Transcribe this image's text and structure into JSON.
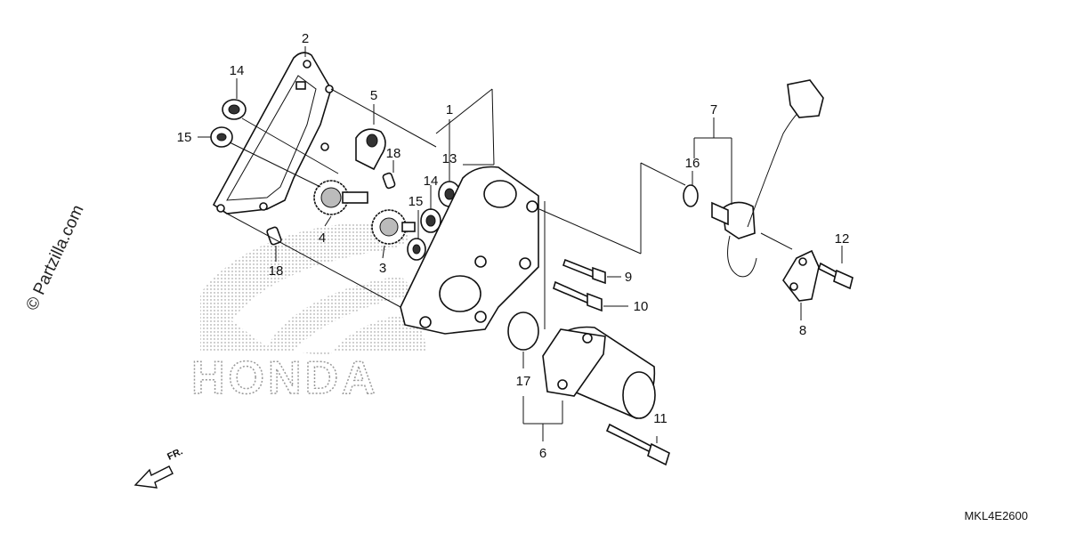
{
  "watermark": "© Partzilla.com",
  "brand_watermark": "HONDA",
  "diagram_code": "MKL4E2600",
  "direction_label": "FR.",
  "callouts": [
    {
      "id": "c1",
      "label": "1"
    },
    {
      "id": "c2",
      "label": "2"
    },
    {
      "id": "c3",
      "label": "3"
    },
    {
      "id": "c4",
      "label": "4"
    },
    {
      "id": "c5",
      "label": "5"
    },
    {
      "id": "c6",
      "label": "6"
    },
    {
      "id": "c7",
      "label": "7"
    },
    {
      "id": "c8",
      "label": "8"
    },
    {
      "id": "c9",
      "label": "9"
    },
    {
      "id": "c10",
      "label": "10"
    },
    {
      "id": "c11",
      "label": "11"
    },
    {
      "id": "c12",
      "label": "12"
    },
    {
      "id": "c13",
      "label": "13"
    },
    {
      "id": "c14a",
      "label": "14"
    },
    {
      "id": "c14b",
      "label": "14"
    },
    {
      "id": "c15a",
      "label": "15"
    },
    {
      "id": "c15b",
      "label": "15"
    },
    {
      "id": "c16",
      "label": "16"
    },
    {
      "id": "c17",
      "label": "17"
    },
    {
      "id": "c18a",
      "label": "18"
    },
    {
      "id": "c18b",
      "label": "18"
    }
  ]
}
